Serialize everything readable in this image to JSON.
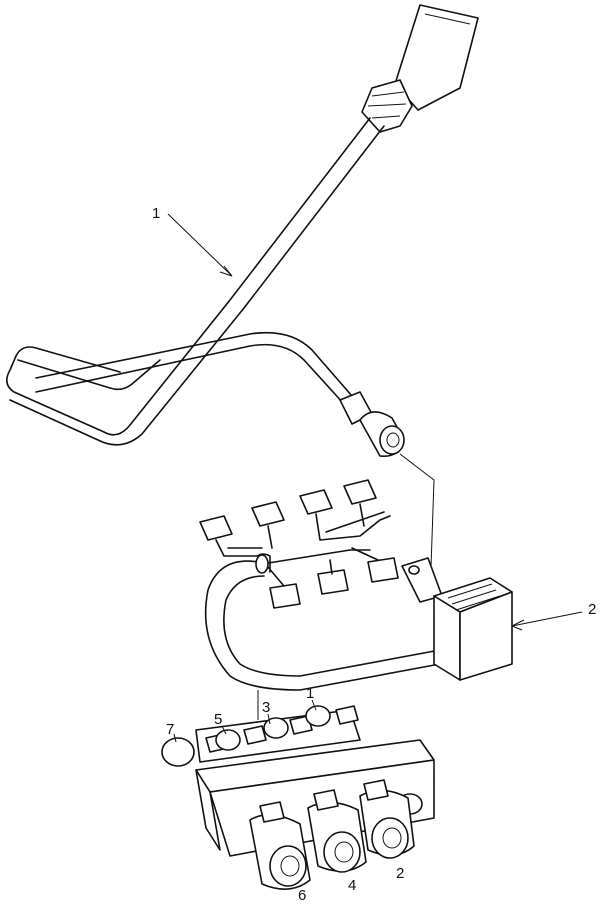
{
  "callouts": {
    "harness_1": "1",
    "box_2": "2",
    "coil_1": "1",
    "coil_2": "2",
    "coil_3": "3",
    "coil_4": "4",
    "coil_5": "5",
    "coil_6": "6",
    "coil_7": "7"
  },
  "colors": {
    "line": "#111111",
    "background": "#ffffff"
  }
}
